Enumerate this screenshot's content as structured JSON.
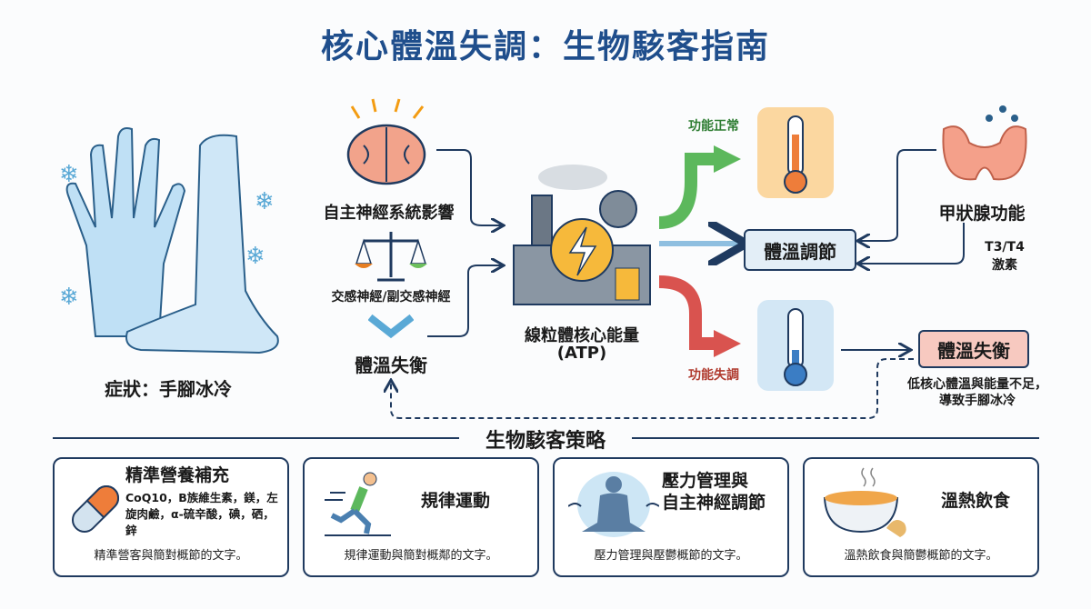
{
  "title": "核心體溫失調：生物駭客指南",
  "symptom": {
    "label": "症狀：手腳冰冷"
  },
  "inputs": {
    "autonomic": "自主神經系統影響",
    "sympathetic": "交感神經/副交感神經",
    "imbalance": "體溫失衡"
  },
  "core": {
    "label": "線粒體核心能量",
    "sub": "(ATP)"
  },
  "outcomes": {
    "normal_label": "功能正常",
    "dysfunction_label": "功能失調",
    "regulation_box": "體溫調節",
    "imbalance_box": "體溫失衡",
    "imbalance_note_1": "低核心體溫與能量不足，",
    "imbalance_note_2": "導致手腳冰冷"
  },
  "thyroid": {
    "label": "甲狀腺功能",
    "hormone_1": "T3/T4",
    "hormone_2": "激素"
  },
  "strategy": {
    "heading": "生物駭客策略",
    "cards": [
      {
        "title": "精準營養補充",
        "detail": "CoQ10，B族維生素，鎂，左旋肉鹼，α-硫辛酸，碘，硒，鋅",
        "desc": "精準營客與簡對概節的文字。"
      },
      {
        "title": "規律運動",
        "desc": "規律運動與簡對概鄰的文字。"
      },
      {
        "title_1": "壓力管理與",
        "title_2": "自主神經調節",
        "desc": "壓力管理與壓鬱概節的文字。"
      },
      {
        "title": "溫熱飲食",
        "desc": "溫熱飲食與簡鬱概節的文字。"
      }
    ]
  },
  "colors": {
    "title": "#1f4e8c",
    "normal": "#4caf50",
    "dysfunction": "#d9534f",
    "box_blue": "#e3eef7",
    "box_pink": "#f7c9c0"
  }
}
